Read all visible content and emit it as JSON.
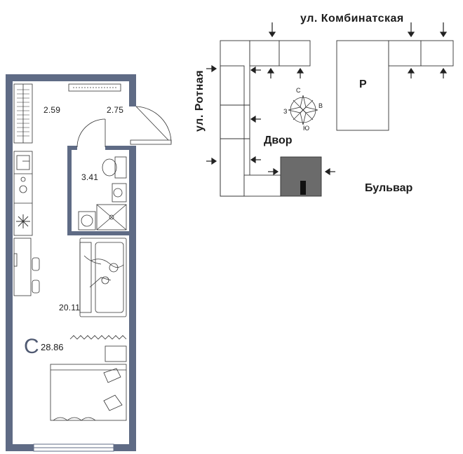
{
  "apartment": {
    "type_letter": "С",
    "total_area": "28.86",
    "rooms": {
      "area_top_left": "2.59",
      "area_top_right": "2.75",
      "bathroom": "3.41",
      "living": "20.11"
    }
  },
  "site_plan": {
    "street_top": "ул. Комбинатская",
    "street_left": "ул. Ротная",
    "street_bottom": "Бульвар",
    "yard_label": "Двор",
    "parking_label": "Р",
    "compass": {
      "n": "С",
      "s": "Ю",
      "e": "В",
      "w": "З"
    }
  },
  "colors": {
    "wall": "#5f6b85",
    "building_highlight": "#6b6b6b",
    "line": "#333333"
  }
}
